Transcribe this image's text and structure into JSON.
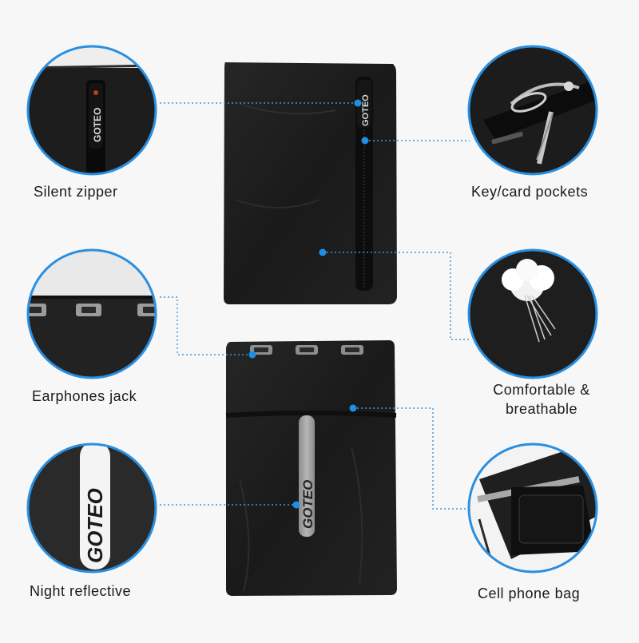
{
  "features": {
    "silent_zipper": "Silent zipper",
    "key_card_pockets": "Key/card pockets",
    "earphones_jack": "Earphones jack",
    "comfortable_breathable": "Comfortable & breathable",
    "night_reflective": "Night reflective",
    "cell_phone_bag": "Cell phone bag"
  },
  "brand": "GOTEO",
  "colors": {
    "accent": "#1f8fe6",
    "ring": "#2a8fe0",
    "product": "#1b1b1b",
    "background": "#f7f7f7",
    "reflective": "#9e9e9e"
  }
}
